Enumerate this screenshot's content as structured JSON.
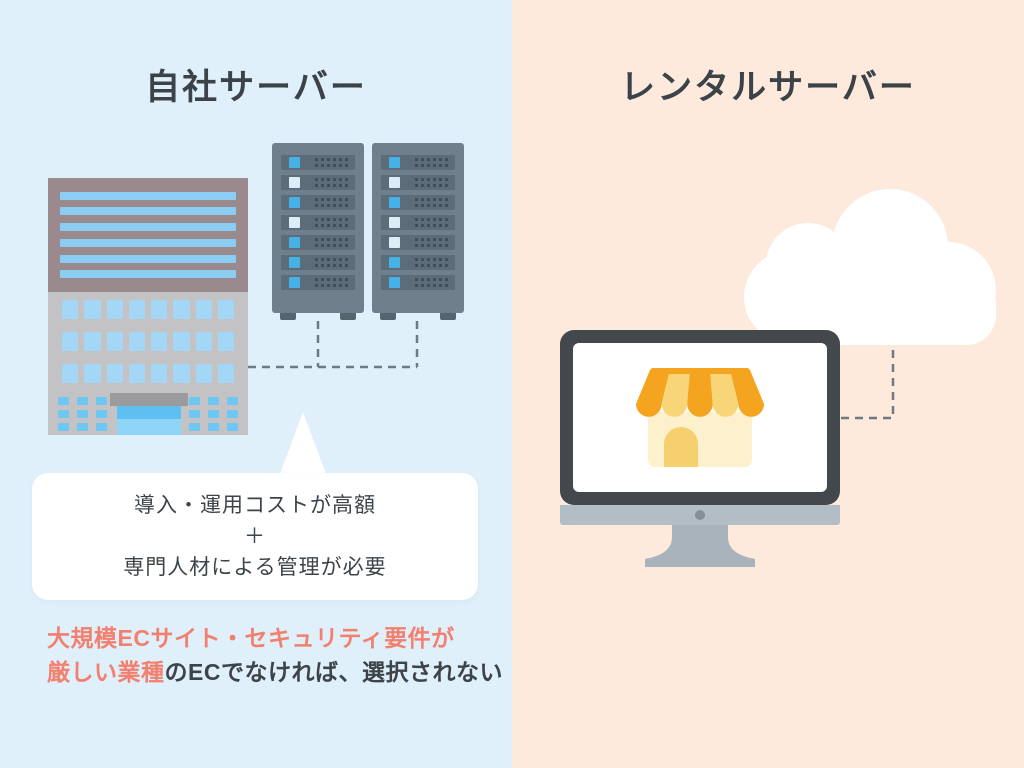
{
  "panels": {
    "left": {
      "title": "自社サーバー",
      "bg": "#e0f0fb",
      "bubble": {
        "lines": [
          "導入・運用コストが高額",
          "＋",
          "専門人材による管理が必要"
        ]
      },
      "note": {
        "highlight1": "大規模ECサイト・セキュリティ要件が",
        "highlight2": "厳しい業種",
        "rest2": "のECでなければ、選択されない"
      }
    },
    "right": {
      "title": "レンタルサーバー",
      "bg": "#fdeadd"
    }
  },
  "colors": {
    "title_text": "#3b4248",
    "body_text": "#3d4449",
    "highlight_text": "#f3806f",
    "bubble_bg": "#ffffff",
    "building_top": "#9a8a8e",
    "building_body": "#c3c3c5",
    "building_stripe_blue": "#8bcdf3",
    "building_window_blue": "#a4d7f5",
    "entrance_awning_gray": "#9b9b9d",
    "door_blue_top": "#5ec0f0",
    "door_blue_bottom": "#8dd4f7",
    "rack_body": "#6f7f8c",
    "rack_unit": "#5d6c79",
    "led_blue": "#45b1e7",
    "led_white": "#dcedf6",
    "vent_dot": "#414e59",
    "dash_line": "#6f7980",
    "monitor_frame": "#43484d",
    "monitor_chin": "#b3bdc5",
    "monitor_stand": "#a9b3bb",
    "cloud": "#ffffff",
    "shop_orange": "#f5a41f",
    "shop_light_yellow": "#f8d678",
    "shop_body_cream": "#fdf0cd",
    "shop_door": "#f6d06f"
  },
  "illustration": {
    "building": {
      "icon": "office-building-icon",
      "stripes": 6,
      "window_cols": 8,
      "window_rows": 3,
      "small_cols": 3,
      "small_rows": 3
    },
    "racks": {
      "icon": "server-rack-icon",
      "units": 7,
      "vent_cols": 6,
      "vent_rows": 2,
      "led_patterns": [
        [
          "blue",
          "white",
          "blue",
          "white",
          "blue",
          "blue",
          "blue"
        ],
        [
          "blue",
          "white",
          "blue",
          "white",
          "white",
          "blue",
          "blue"
        ]
      ]
    },
    "monitor": {
      "icon": "desktop-monitor-icon"
    },
    "shop": {
      "icon": "storefront-icon"
    },
    "cloud": {
      "icon": "cloud-icon"
    },
    "connections": {
      "icon": "dashed-connector-lines"
    }
  }
}
